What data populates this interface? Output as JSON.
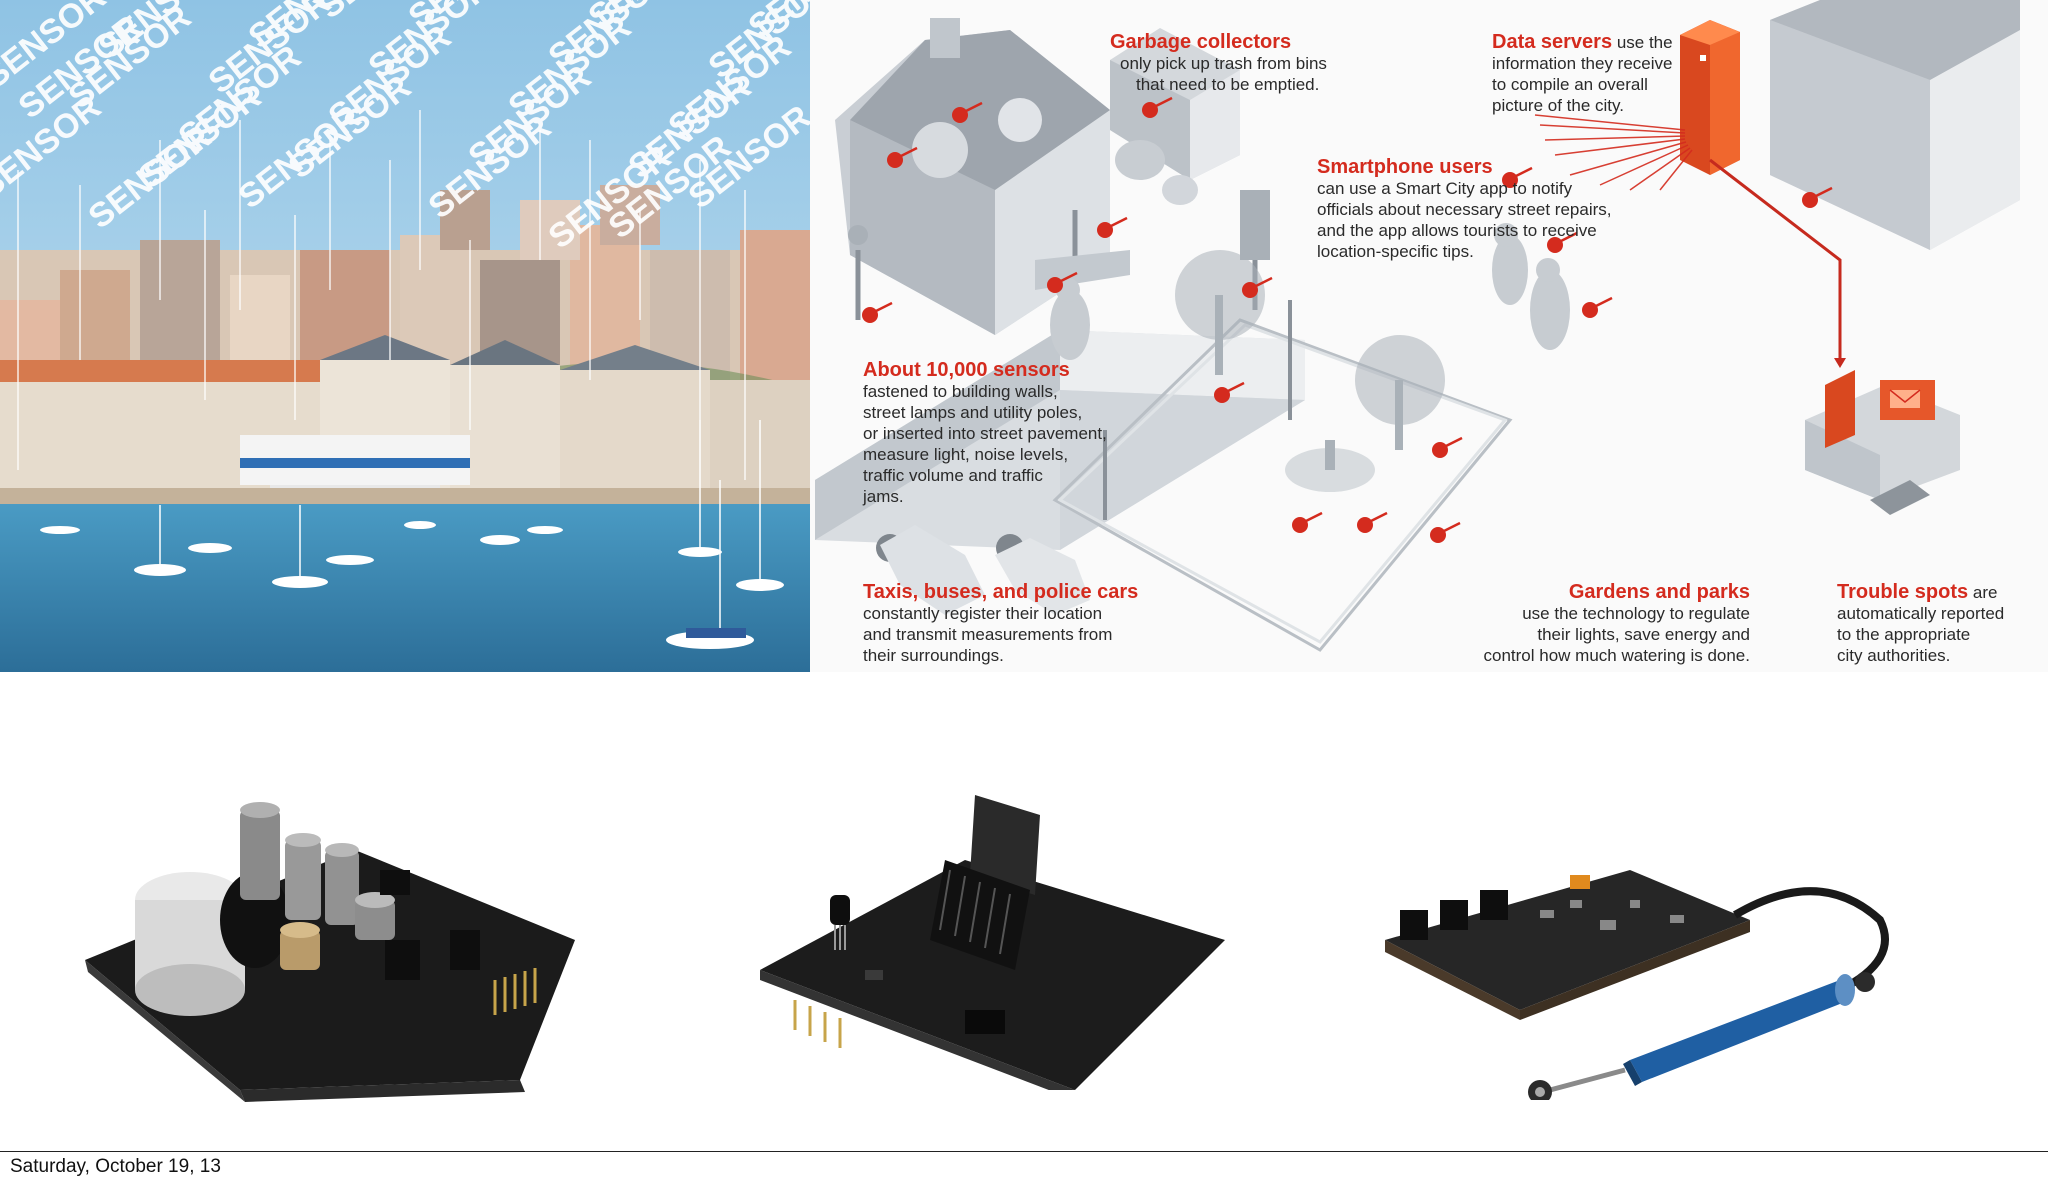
{
  "photo": {
    "overlay_word": "SENSOR"
  },
  "infographic": {
    "captions": [
      {
        "id": "garbage",
        "heading": "Garbage collectors",
        "body": [
          "only pick up trash from bins",
          "that need to be emptied."
        ]
      },
      {
        "id": "servers",
        "heading": "Data servers",
        "inline": "use the",
        "body": [
          "information they receive",
          "to compile an overall",
          "picture of the city."
        ]
      },
      {
        "id": "smartphone",
        "heading": "Smartphone users",
        "body": [
          "can use a Smart City app to notify",
          "officials about necessary street repairs,",
          "and the app allows tourists to receive",
          "location-specific tips."
        ]
      },
      {
        "id": "sensors",
        "heading": "About 10,000 sensors",
        "body": [
          "fastened to building walls,",
          "street lamps and utility poles,",
          "or inserted into street pavement,",
          "measure light, noise levels,",
          "traffic volume and traffic",
          "jams."
        ]
      },
      {
        "id": "taxis",
        "heading": "Taxis, buses, and police cars",
        "body": [
          "constantly register their location",
          "and transmit measurements from",
          "their surroundings."
        ]
      },
      {
        "id": "gardens",
        "heading": "Gardens and parks",
        "body": [
          "use the technology to regulate",
          "their lights, save energy and",
          "control how much watering is done."
        ]
      },
      {
        "id": "trouble",
        "heading": "Trouble spots",
        "inline": "are",
        "body": [
          "automatically reported",
          "to the appropriate",
          "city authorities."
        ]
      }
    ]
  },
  "footer": {
    "date": "Saturday, October 19, 13"
  },
  "colors": {
    "accent_red": "#d42b1e",
    "sea": "#3a8bb5",
    "sky": "#9fcbe6",
    "board": "#1c1c1c"
  }
}
